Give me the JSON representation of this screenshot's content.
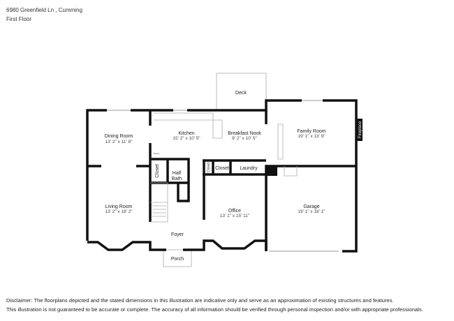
{
  "header": {
    "address": "6980 Greenfield Ln , Cumming",
    "floor": "First Floor"
  },
  "rooms": {
    "deck": {
      "name": "Deck"
    },
    "dining": {
      "name": "Dining Room",
      "dims": "13' 2\" x 11' 8\""
    },
    "kitchen": {
      "name": "Kitchen",
      "dims": "15' 2\" x 10' 5\""
    },
    "nook": {
      "name": "Breakfast Nook",
      "dims": "9' 2\" x 10' 5\""
    },
    "family": {
      "name": "Family Room",
      "dims": "19' 1\" x 13' 9\""
    },
    "fireplace": {
      "name": "Fireplace"
    },
    "pantry": {
      "name": "Pantry"
    },
    "closet1": {
      "name": "Closet"
    },
    "halfbath": {
      "name": "Half",
      "name2": "Bath"
    },
    "closet2": {
      "name": "Closet"
    },
    "closet3": {
      "name": "Closet"
    },
    "laundry": {
      "name": "Laundry"
    },
    "living": {
      "name": "Living Room",
      "dims": "13' 2\" x 18' 2\""
    },
    "office": {
      "name": "Office",
      "dims": "13' 1\" x 15' 11\""
    },
    "garage": {
      "name": "Garage",
      "dims": "19' 1\" x 18' 1\""
    },
    "foyer": {
      "name": "Foyer"
    },
    "porch": {
      "name": "Porch"
    }
  },
  "footer": {
    "line1": "Disclaimer: The floorplans depicted and the stated dimensions in this illustration are indicative only and serve as an approximation of existing structures and features.",
    "line2": "This illustration is not guaranteed to be accurate or complete. The accuracy of all information should be verified through personal inspection and/or with appropriate professionals."
  }
}
